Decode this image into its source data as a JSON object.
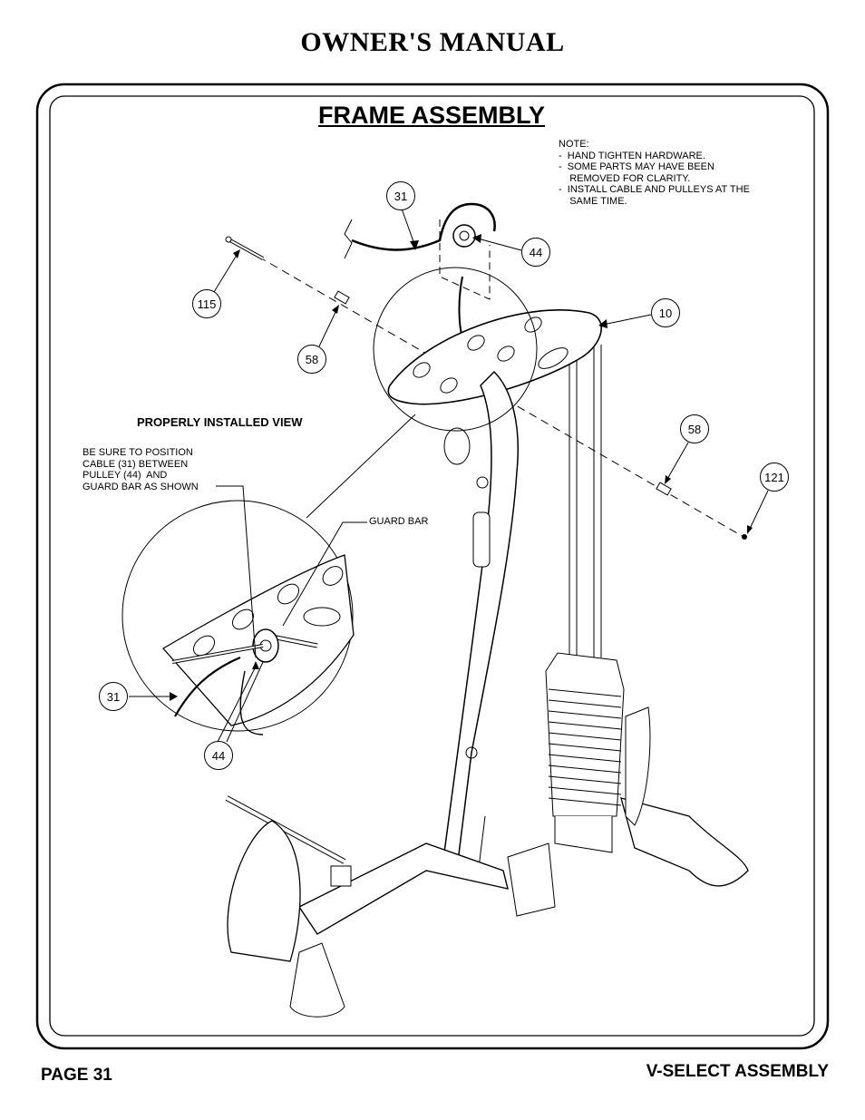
{
  "header": {
    "title": "OWNER'S MANUAL"
  },
  "panel": {
    "title": "FRAME ASSEMBLY",
    "note": "NOTE:\n-  HAND TIGHTEN HARDWARE.\n-  SOME PARTS MAY HAVE BEEN\n    REMOVED FOR CLARITY.\n-  INSTALL CABLE AND PULLEYS AT THE\n    SAME TIME.",
    "detail_heading": "PROPERLY INSTALLED VIEW",
    "detail_instructions": "BE SURE TO POSITION\nCABLE (31) BETWEEN\nPULLEY (44)  AND\nGUARD BAR AS SHOWN",
    "guard_bar_label": "GUARD BAR",
    "callouts": {
      "c31_top": "31",
      "c44_top": "44",
      "c115": "115",
      "c10": "10",
      "c58_left": "58",
      "c58_right": "58",
      "c121": "121",
      "c31_detail": "31",
      "c44_detail": "44"
    }
  },
  "footer": {
    "page": "PAGE 31",
    "section": "V-SELECT ASSEMBLY"
  }
}
